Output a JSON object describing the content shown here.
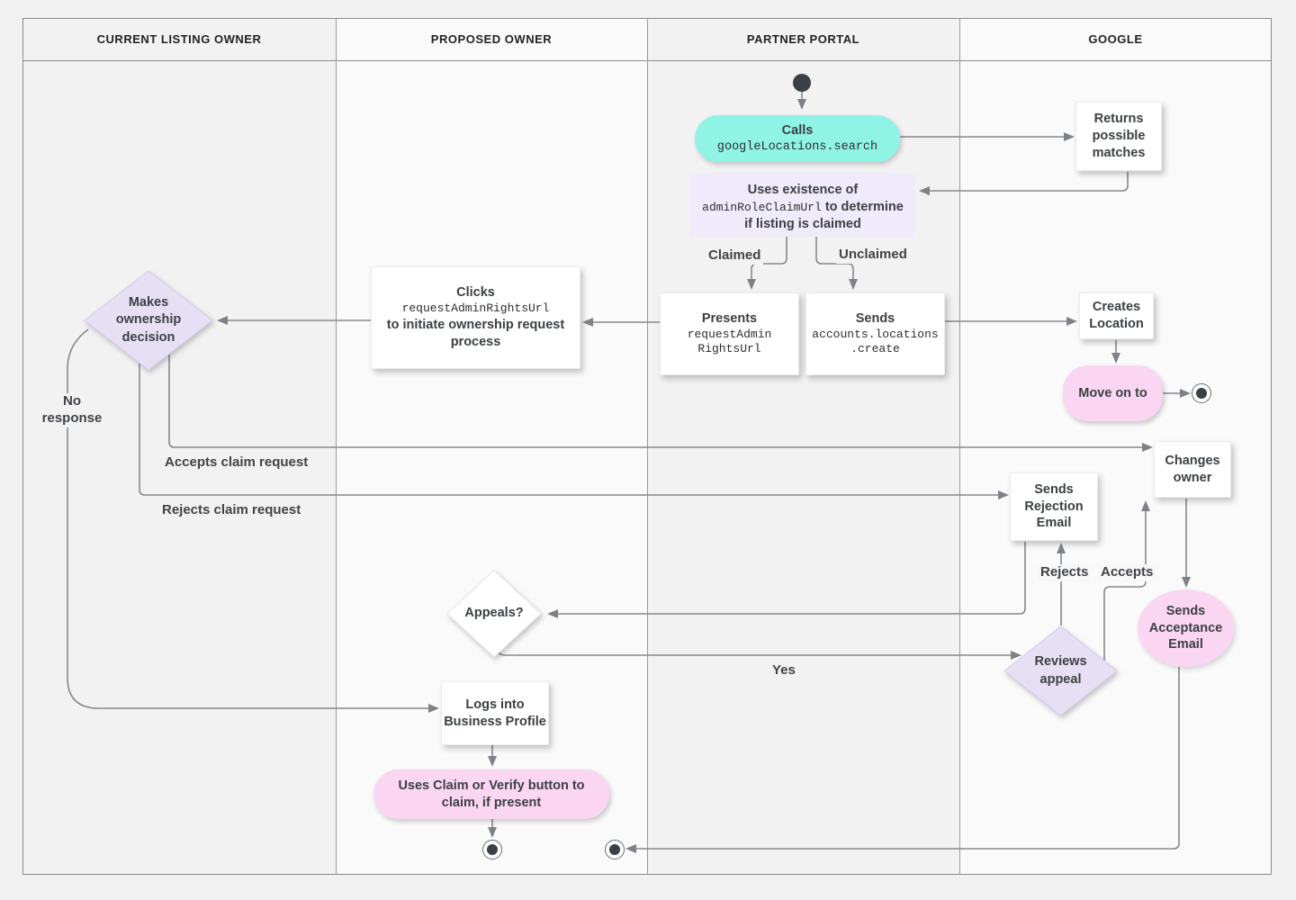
{
  "lanes": [
    "CURRENT LISTING OWNER",
    "PROPOSED OWNER",
    "PARTNER PORTAL",
    "GOOGLE"
  ],
  "nodes": {
    "calls": {
      "title": "Calls",
      "code": "googleLocations.search"
    },
    "returns_matches": {
      "text": "Returns possible matches"
    },
    "claim_check": {
      "text_before": "Uses existence of",
      "code": "adminRoleClaimUrl",
      "text_after": "to determine if listing is claimed"
    },
    "presents": {
      "title": "Presents",
      "code_line1": "requestAdmin",
      "code_line2": "RightsUrl"
    },
    "sends_create": {
      "title": "Sends",
      "code_line1": "accounts.locations",
      "code_line2": ".create"
    },
    "clicks": {
      "title": "Clicks",
      "code": "requestAdminRightsUrl",
      "text_after": "to initiate ownership request process"
    },
    "ownership_decision": {
      "text": "Makes ownership decision"
    },
    "creates_location": {
      "text": "Creates Location"
    },
    "move_on": {
      "text": "Move on to"
    },
    "changes_owner": {
      "text": "Changes owner"
    },
    "rejection_email": {
      "text": "Sends Rejection Email"
    },
    "acceptance_email": {
      "text": "Sends Acceptance Email"
    },
    "appeals": {
      "text": "Appeals?"
    },
    "reviews_appeal": {
      "text": "Reviews appeal"
    },
    "logs_in": {
      "text": "Logs into Business Profile"
    },
    "claim_verify": {
      "text": "Uses Claim or Verify button to claim, if present"
    }
  },
  "edge_labels": {
    "claimed": "Claimed",
    "unclaimed": "Unclaimed",
    "no_response": "No response",
    "accepts_claim": "Accepts claim request",
    "rejects_claim": "Rejects claim request",
    "yes": "Yes",
    "rejects": "Rejects",
    "accepts": "Accepts"
  },
  "colors": {
    "teal_action": "#8FF4E6",
    "lavender_note": "#EFEBFA",
    "lavender_decision": "#E7E0F5",
    "pink_action": "#FAD6F3",
    "connector": "#85898E",
    "text": "#3C4043",
    "lane_light": "#FAFAFA",
    "lane_gray": "#F3F2F2"
  }
}
